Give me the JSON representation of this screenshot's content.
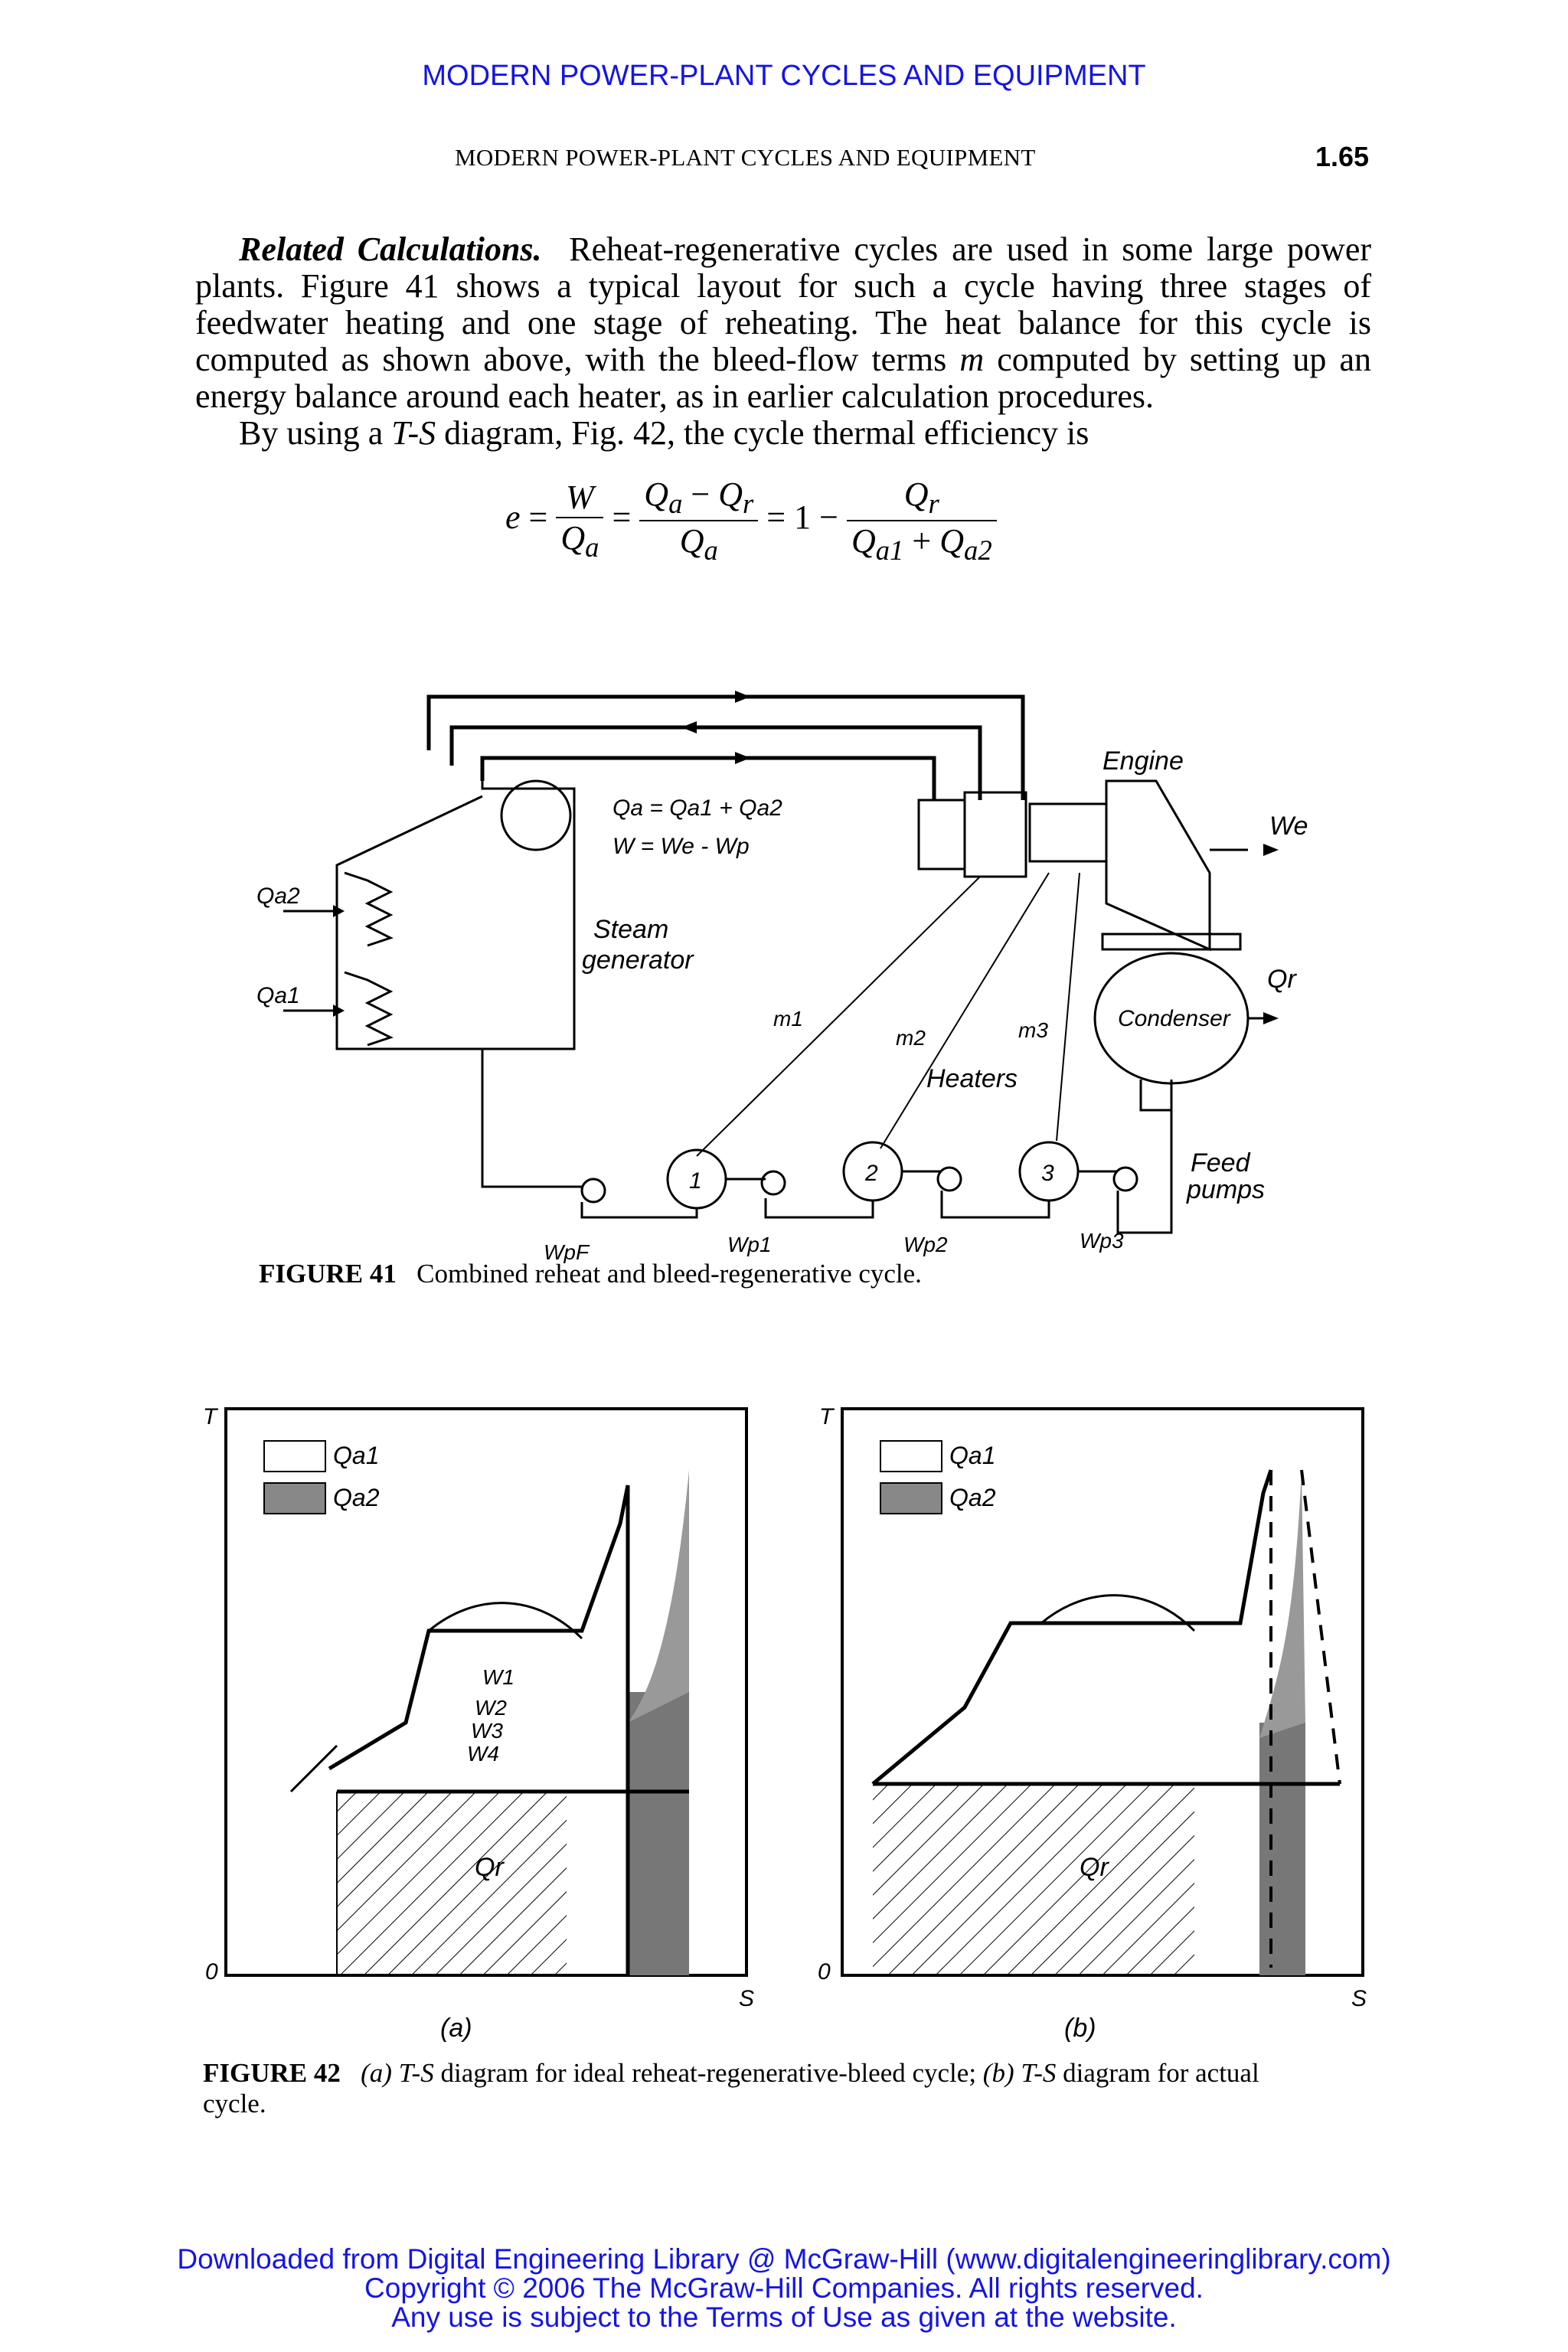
{
  "banner": "MODERN POWER-PLANT CYCLES AND EQUIPMENT",
  "running_head": "MODERN POWER-PLANT CYCLES AND EQUIPMENT",
  "page_number": "1.65",
  "para1": {
    "lead": "Related Calculations.",
    "text": "Reheat-regenerative cycles are used in some large power plants. Figure 41 shows a typical layout for such a cycle having three stages of feedwater heating and one stage of reheating. The heat balance for this cycle is computed as shown above, with the bleed-flow terms",
    "var": "m",
    "text2": "computed by setting up an energy balance around each heater, as in earlier calculation procedures."
  },
  "para2": {
    "text": "By using a",
    "ts": "T-S",
    "text2": "diagram, Fig. 42, the cycle thermal efficiency is"
  },
  "equation": {
    "e": "e",
    "W": "W",
    "Qa": "Q",
    "a": "a",
    "r": "r",
    "one": "1",
    "a1": "a1",
    "a2": "a2"
  },
  "fig41": {
    "caption_label": "FIGURE 41",
    "caption_text": "Combined reheat and bleed-regenerative cycle.",
    "labels": {
      "engine": "Engine",
      "we": "We",
      "qa": "Qa = Qa1 + Qa2",
      "w": "W = We - Wp",
      "steam": "Steam",
      "generator": "generator",
      "qa2": "Qa2",
      "qa1": "Qa1",
      "condenser": "Condenser",
      "qr": "Qr",
      "heaters": "Heaters",
      "feed": "Feed",
      "pumps": "pumps",
      "m1": "m1",
      "m2": "m2",
      "m3": "m3",
      "wpf": "WpF",
      "wp1": "Wp1",
      "wp2": "Wp2",
      "wp3": "Wp3",
      "h1": "1",
      "h2": "2",
      "h3": "3"
    }
  },
  "fig42": {
    "caption_label": "FIGURE 42",
    "caption_a": "(a)",
    "caption_ts": "T-S",
    "caption_text1": "diagram for ideal reheat-regenerative-bleed cycle;",
    "caption_b": "(b)",
    "caption_text2": "diagram for actual",
    "caption_text3": "cycle.",
    "sub_a": "(a)",
    "sub_b": "(b)",
    "legend_qa1": "Qa1",
    "legend_qa2": "Qa2",
    "axis_t": "T",
    "axis_s": "S",
    "axis_o": "0",
    "qr": "Qr",
    "w1": "W1",
    "w2": "W2",
    "w3": "W3",
    "w4": "W4"
  },
  "footer": {
    "line1": "Downloaded from Digital Engineering Library @ McGraw-Hill (www.digitalengineeringlibrary.com)",
    "line2": "Copyright © 2006 The McGraw-Hill Companies. All rights reserved.",
    "line3": "Any use is subject to the Terms of Use as given at the website."
  },
  "colors": {
    "link_blue": "#1414e6",
    "ink": "#000000"
  }
}
